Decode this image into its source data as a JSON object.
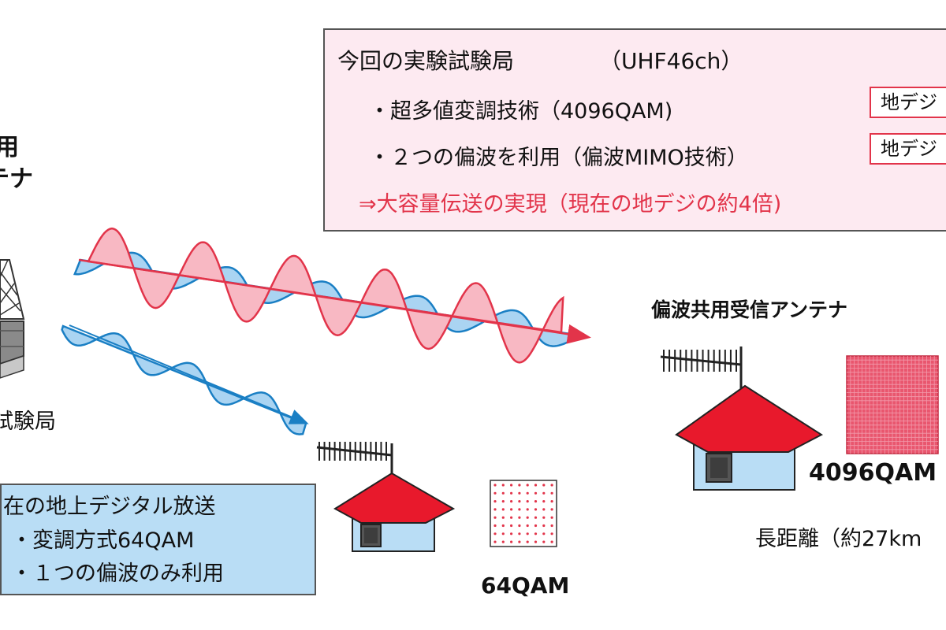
{
  "experiment_box": {
    "title": "今回の実験試験局",
    "band": "（UHF46ch）",
    "item1": "・超多値変調技術（4096QAM)",
    "item2": "・２つの偏波を利用（偏波MIMO技術）",
    "result": "⇒大容量伝送の実現（現在の地デジの約4倍)",
    "tag1": "地デジ",
    "tag2": "地デジ"
  },
  "current_box": {
    "title": "在の地上デジタル放送",
    "item1": "・変調方式64QAM",
    "item2": "・１つの偏波のみ利用"
  },
  "transmitter": {
    "antenna_label_line1": "用",
    "antenna_label_line2": "テナ",
    "station_label": "試験局"
  },
  "receiver_far": {
    "antenna_label": "偏波共用受信アンテナ",
    "qam_label": "4096QAM",
    "distance_label": "長距離（約27km"
  },
  "receiver_near": {
    "qam_label": "64QAM"
  },
  "colors": {
    "red_wave": "#e2344a",
    "red_wave_fill": "#f8b8c3",
    "blue_wave": "#1a7fc4",
    "blue_wave_fill": "#aad4f2",
    "roof_red": "#e8192c",
    "house_wall": "#b9ddf5",
    "qam_dense_fill": "#e9566e",
    "qam_dot": "#e2344a",
    "experiment_bg": "#fdeaf1",
    "current_bg": "#b9ddf5"
  }
}
